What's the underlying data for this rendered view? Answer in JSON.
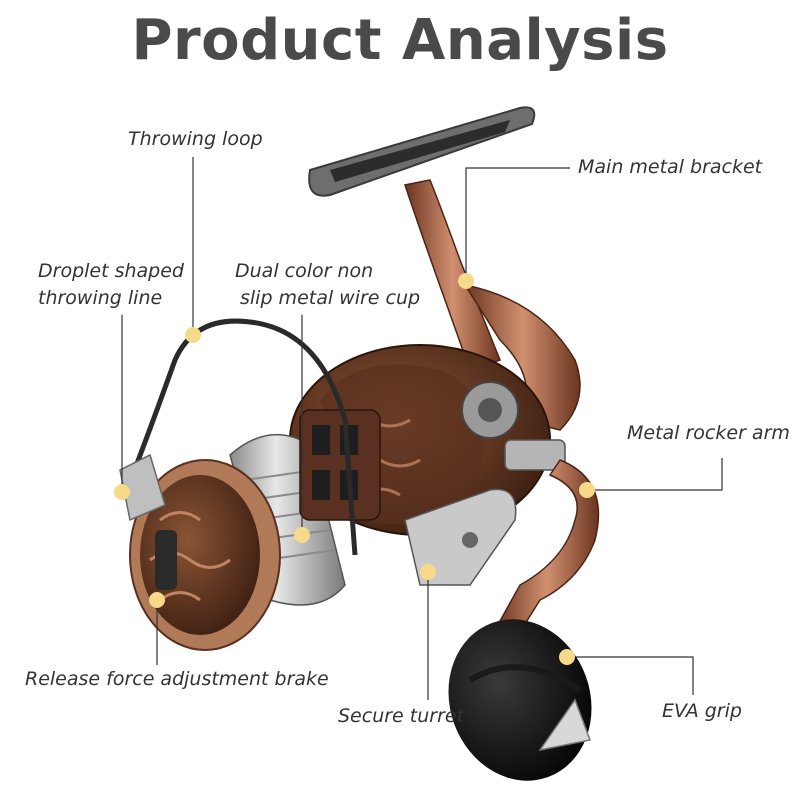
{
  "header": {
    "title": "Product Analysis"
  },
  "callouts": {
    "throwing_loop": "Throwing loop",
    "main_bracket": "Main metal bracket",
    "droplet_line_1": "Droplet shaped",
    "droplet_line_2": "throwing line",
    "wire_cup_1": "Dual color non",
    "wire_cup_2": "slip metal wire cup",
    "rocker_arm": "Metal rocker arm",
    "brake": "Release force adjustment brake",
    "turret": "Secure turret",
    "grip": "EVA grip"
  },
  "colors": {
    "title": "#4a4a4a",
    "marker": "#f7d98a",
    "copper": "#b8704a",
    "dark_copper": "#5a3020",
    "leader_line": "#333333"
  },
  "image": {
    "subject": "spinning fishing reel"
  }
}
